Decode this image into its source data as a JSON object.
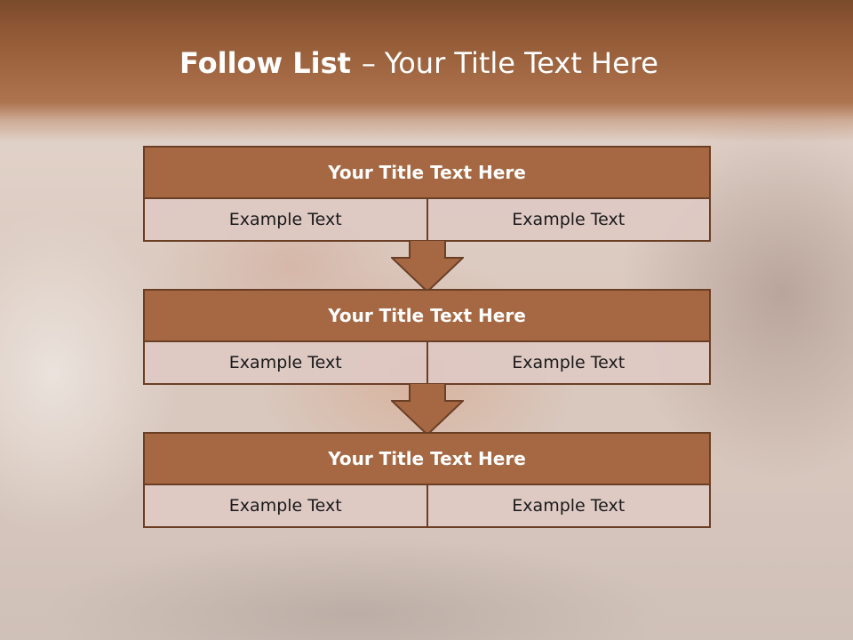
{
  "slide": {
    "title_bold": "Follow List",
    "title_sep": "–",
    "title_rest": "Your Title Text Here",
    "colors": {
      "header_fill": "#a56843",
      "border": "#6b3f26",
      "cell_fill": "#dec9c3",
      "title_band": "#a56a45"
    }
  },
  "steps": [
    {
      "title": "Your Title Text Here",
      "left": "Example Text",
      "right": "Example Text"
    },
    {
      "title": "Your Title Text Here",
      "left": "Example Text",
      "right": "Example Text"
    },
    {
      "title": "Your Title Text Here",
      "left": "Example Text",
      "right": "Example Text"
    }
  ],
  "connectors": [
    {
      "icon": "arrow-down-icon"
    },
    {
      "icon": "arrow-down-icon"
    }
  ]
}
